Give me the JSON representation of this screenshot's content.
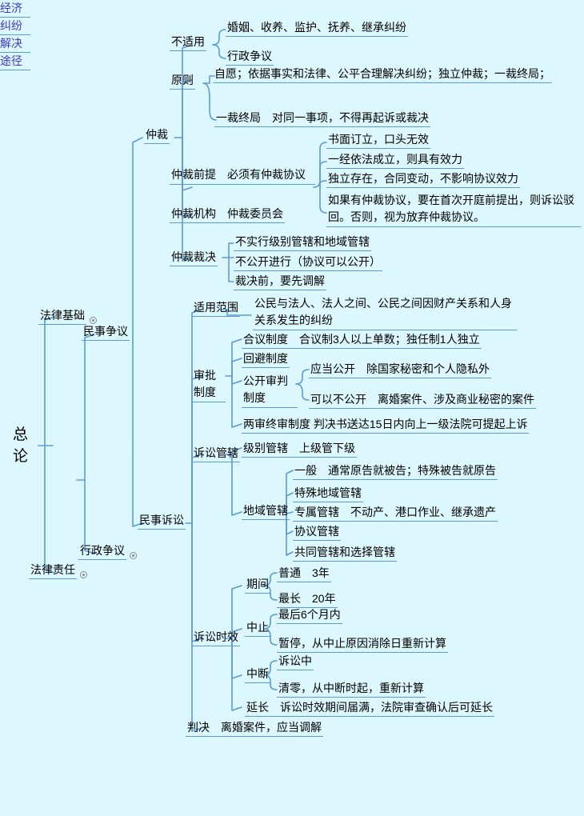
{
  "title": "经济纠纷解决途径 思维导图",
  "colors": {
    "background": "#dcf7fd",
    "line": "#5b9bd5",
    "text": "#000000",
    "link_text": "#3b3bc4",
    "note_icon": "#8a8a8a"
  },
  "root": {
    "label": "总论"
  },
  "level1": [
    {
      "label": "法律基础",
      "has_note_icon": true
    },
    {
      "label": "经济纠纷\n解决\n途径",
      "is_link": true,
      "lines": [
        "经济",
        "纠纷",
        "解决",
        "途径"
      ]
    },
    {
      "label": "法律责任",
      "has_note_icon": true
    }
  ],
  "level2": [
    {
      "label": "民事争议"
    },
    {
      "label": "行政争议",
      "has_note_icon": true
    }
  ],
  "arbitration": {
    "label": "仲裁",
    "children": [
      {
        "label": "不适用",
        "children": [
          {
            "label": "婚姻、收养、监护、抚养、继承纠纷"
          },
          {
            "label": "行政争议"
          }
        ]
      },
      {
        "label": "原则",
        "children": [
          {
            "label": "自愿；依据事实和法律、公平合理解决纠纷；独立仲裁；一裁终局；"
          },
          {
            "label": "一裁终局　对同一事项，不得再起诉或裁决"
          }
        ]
      },
      {
        "label": "仲裁前提　必须有仲裁协议",
        "children": [
          {
            "label": "书面订立，口头无效"
          },
          {
            "label": "一经依法成立，则具有效力"
          },
          {
            "label": "独立存在，合同变动，不影响协议效力"
          },
          {
            "label": "如果有仲裁协议，要在首次开庭前提出，则诉讼驳回。否则，视为放弃仲裁协议。"
          }
        ]
      },
      {
        "label": "仲裁机构　仲裁委员会",
        "children": []
      },
      {
        "label": "仲裁裁决",
        "children": [
          {
            "label": "不实行级别管辖和地域管辖"
          },
          {
            "label": "不公开进行（协议可以公开）"
          },
          {
            "label": "裁决前，要先调解"
          }
        ]
      }
    ]
  },
  "civil_litigation": {
    "label": "民事诉讼",
    "children": [
      {
        "label": "适用范围",
        "children": [
          {
            "label": "公民与法人、法人之间、公民之间因财产关系和人身关系发生的纠纷"
          }
        ]
      },
      {
        "label": "审批制度",
        "children": [
          {
            "label": "合议制度　合议制3人以上单数；独任制1人独立"
          },
          {
            "label": "回避制度"
          },
          {
            "label": "公开审判制度",
            "children": [
              {
                "label": "应当公开　除国家秘密和个人隐私外"
              },
              {
                "label": "可以不公开　离婚案件、涉及商业秘密的案件"
              }
            ]
          },
          {
            "label": "两审终审制度 判决书送达15日内向上一级法院可提起上诉"
          }
        ]
      },
      {
        "label": "诉讼管辖",
        "children": [
          {
            "label": "级别管辖　上级管下级"
          },
          {
            "label": "地域管辖",
            "children": [
              {
                "label": "一般　通常原告就被告；特殊被告就原告"
              },
              {
                "label": "特殊地域管辖"
              },
              {
                "label": "专属管辖　不动产、港口作业、继承遗产"
              },
              {
                "label": "协议管辖"
              },
              {
                "label": "共同管辖和选择管辖"
              }
            ]
          }
        ]
      },
      {
        "label": "诉讼时效",
        "children": [
          {
            "label": "期间",
            "children": [
              {
                "label": "普通　3年"
              },
              {
                "label": "最长　20年"
              }
            ]
          },
          {
            "label": "中止",
            "children": [
              {
                "label": "最后6个月内"
              },
              {
                "label": "暂停，从中止原因消除日重新计算"
              }
            ]
          },
          {
            "label": "中断",
            "children": [
              {
                "label": "诉讼中"
              },
              {
                "label": "清零，从中断时起，重新计算"
              }
            ]
          },
          {
            "label": "延长　诉讼时效期间届满，法院审查确认后可延长"
          }
        ]
      },
      {
        "label": "判决　离婚案件，应当调解",
        "children": []
      }
    ]
  }
}
